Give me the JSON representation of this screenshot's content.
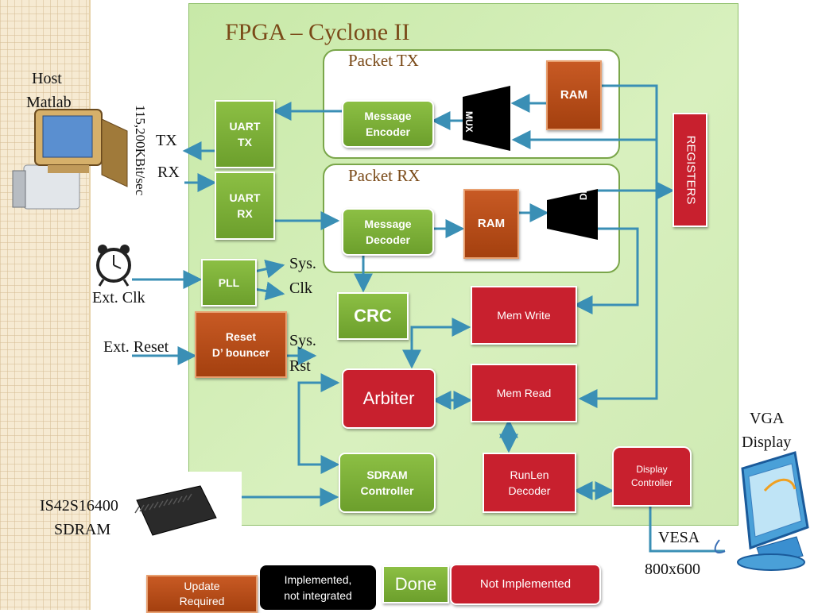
{
  "title": "FPGA – Cyclone II",
  "host": {
    "line1": "Host",
    "line2": "Matlab"
  },
  "baud_rate": "115,200KBit/sec",
  "tx_label": "TX",
  "rx_label": "RX",
  "ext_clk": "Ext. Clk",
  "ext_reset": "Ext. Reset",
  "sys_clk": {
    "line1": "Sys.",
    "line2": "Clk"
  },
  "sys_rst": {
    "line1": "Sys.",
    "line2": "Rst"
  },
  "packet_tx": {
    "label": "Packet TX",
    "encoder": {
      "line1": "Message",
      "line2": "Encoder"
    },
    "mux": "MUX",
    "ram": "RAM"
  },
  "packet_rx": {
    "label": "Packet RX",
    "decoder": {
      "line1": "Message",
      "line2": "Decoder"
    },
    "ram": "RAM",
    "dec": "DEC"
  },
  "uart_tx": {
    "line1": "UART",
    "line2": "TX"
  },
  "uart_rx": {
    "line1": "UART",
    "line2": "RX"
  },
  "pll": "PLL",
  "reset_debouncer": {
    "line1": "Reset",
    "line2": "D’ bouncer"
  },
  "crc": "CRC",
  "registers": "REGISTERS",
  "mem_write": "Mem Write",
  "mem_read": "Mem Read",
  "arbiter": "Arbiter",
  "sdram_controller": {
    "line1": "SDRAM",
    "line2": "Controller"
  },
  "runlen_decoder": {
    "line1": "RunLen",
    "line2": "Decoder"
  },
  "display_controller": {
    "line1": "Display",
    "line2": "Controller"
  },
  "vga_display": {
    "line1": "VGA",
    "line2": "Display"
  },
  "vesa": "VESA",
  "resolution": "800x600",
  "sdram_chip": {
    "line1": "IS42S16400",
    "line2": "SDRAM"
  },
  "legend": {
    "update_required": {
      "line1": "Update",
      "line2": "Required"
    },
    "implemented_not_integrated": {
      "line1": "Implemented,",
      "line2": "not integrated"
    },
    "done": "Done",
    "not_implemented": "Not Implemented"
  },
  "colors": {
    "done_green": "#7aad36",
    "update_orange": "#b84c18",
    "not_implemented_red": "#c8202e",
    "implemented_black": "#000000",
    "arrow": "#3a8fb5"
  }
}
